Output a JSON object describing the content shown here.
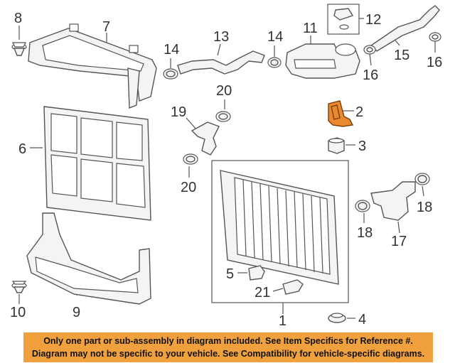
{
  "callouts": {
    "c1": "1",
    "c2": "2",
    "c3": "3",
    "c4": "4",
    "c5": "5",
    "c6": "6",
    "c7": "7",
    "c8": "8",
    "c9": "9",
    "c10": "10",
    "c11": "11",
    "c12": "12",
    "c13": "13",
    "c14a": "14",
    "c14b": "14",
    "c15": "15",
    "c16a": "16",
    "c16b": "16",
    "c17": "17",
    "c18a": "18",
    "c18b": "18",
    "c19": "19",
    "c20a": "20",
    "c20b": "20",
    "c21": "21"
  },
  "notice": {
    "line1": "Only one part or sub-assembly in diagram included. See Item Specifics for Reference #.",
    "line2": "Diagram may not be specific to your vehicle. See Compatibility for vehicle-specific diagrams."
  },
  "colors": {
    "highlight": "#e8892e",
    "notice_background": "#f0a13d"
  }
}
